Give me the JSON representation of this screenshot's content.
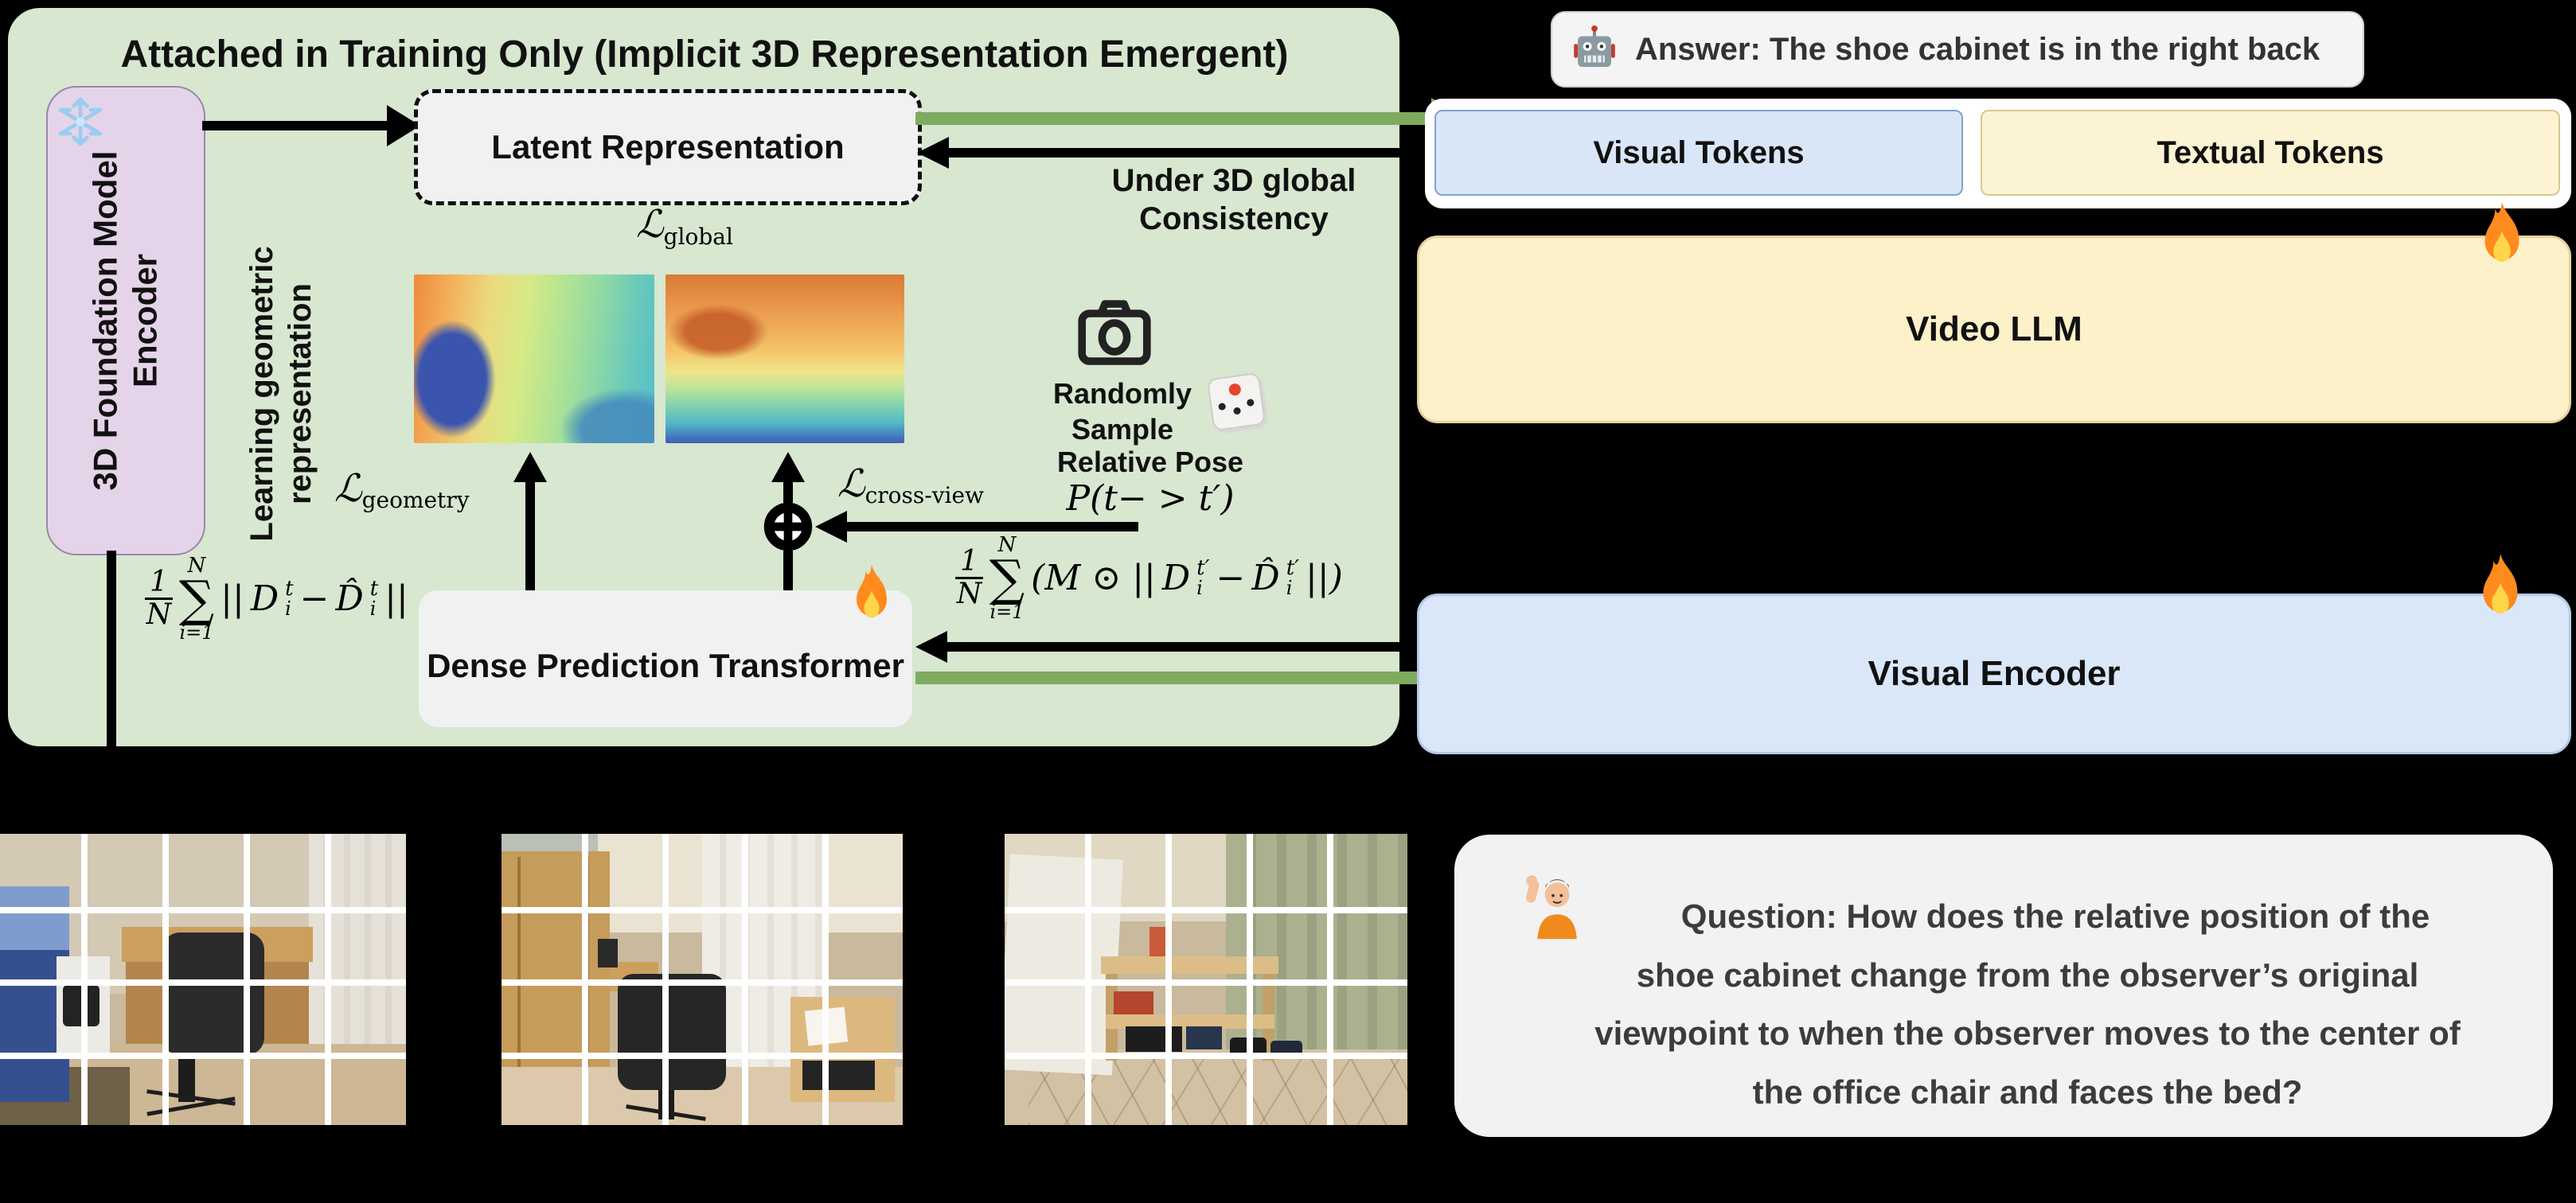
{
  "palette": {
    "background": "#000000",
    "panel_green": "#d7e7d0",
    "purple_fill": "#e5d4e9",
    "purple_border": "#9a87a6",
    "gray_box": "#f1f1f1",
    "green_arrow": "#7fab5f",
    "yellow_fill": "#fdf1c9",
    "yellow_border": "#e6d1a0",
    "blue_fill": "#dae7f8",
    "blue_border": "#b5cae8",
    "token_blue_fill": "#d9e6f7",
    "token_blue_border": "#7fa3cf",
    "token_yellow_fill": "#fcf3d3",
    "token_yellow_border": "#d9c78c",
    "card_gray": "#f2f2f2",
    "snowflake_blue": "#9ccdf0",
    "flame_orange": "#ff8a1e",
    "flame_yellow": "#ffd54a"
  },
  "panel": {
    "title": "Attached in Training Only (Implicit 3D Representation Emergent)",
    "encoder_line1": "3D Foundation Model",
    "encoder_line2": "Encoder",
    "latent_label": "Latent Representation",
    "side_line1": "Learning geometric",
    "side_line2": "representation",
    "consistency_line1": "Under 3D global",
    "consistency_line2": "Consistency",
    "sample_line1": "Randomly",
    "sample_line2": "Sample",
    "relative_pose_label": "Relative Pose",
    "pose_math": "P(t− > t′)",
    "dpt_label": "Dense Prediction Transformer",
    "loss_symbol": "ℒ",
    "loss_global_sub": "global",
    "loss_geometry_sub": "geometry",
    "loss_crossview_sub": "cross-view"
  },
  "formula1": {
    "num": "1",
    "den": "N",
    "sum_top": "N",
    "sum_sign": "∑",
    "sum_bottom": "i=1",
    "norm_open": "||",
    "d": "D",
    "sup": "t",
    "sub": "i",
    "minus": "−",
    "d_hat": "D̂",
    "norm_close": "||"
  },
  "formula2": {
    "num": "1",
    "den": "N",
    "sum_top": "N",
    "sum_sign": "∑",
    "sum_bottom": "i=1",
    "pre": "(M ⊙ ||",
    "d": "D",
    "sup": "t′",
    "sub": "i",
    "minus": "−",
    "d_hat": "D̂",
    "post": "||)"
  },
  "pipeline": {
    "answer_text": "Answer: The shoe cabinet is in the right back",
    "visual_tokens": "Visual Tokens",
    "textual_tokens": "Textual Tokens",
    "video_llm": "Video LLM",
    "visual_encoder": "Visual Encoder"
  },
  "question": {
    "lines": [
      "Question:  How does the relative position of the",
      "shoe cabinet change from the observer’s original",
      "viewpoint to when the observer moves to the center of",
      "the office chair and faces the bed?"
    ]
  }
}
